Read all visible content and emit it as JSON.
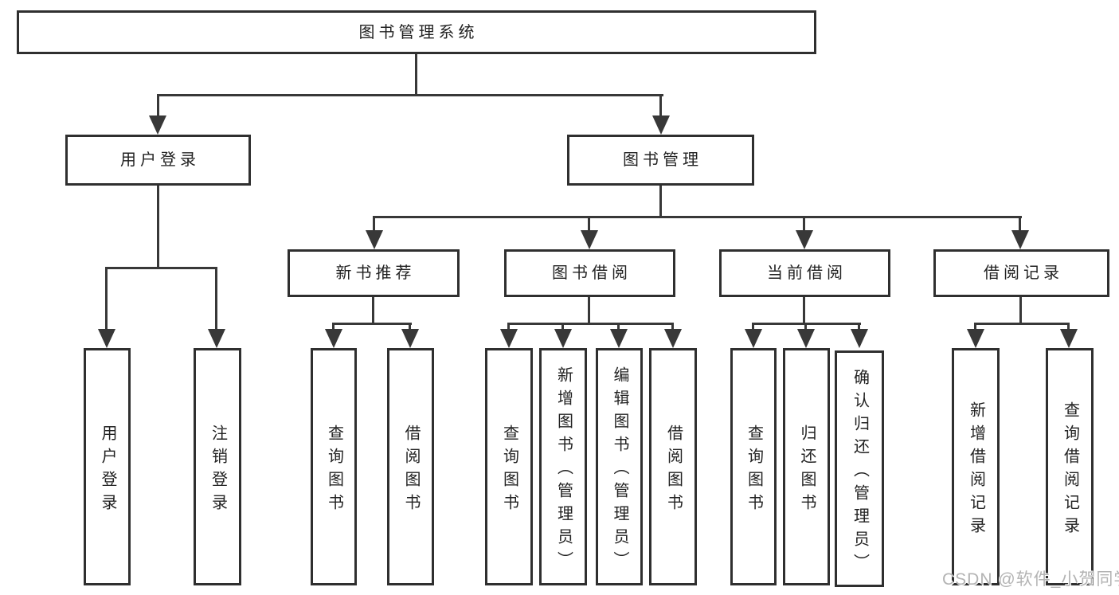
{
  "colors": {
    "ink": "#383838",
    "box_border": "#2f2f2f",
    "text": "#222222",
    "watermark": "#b3b3b3",
    "background": "#ffffff"
  },
  "tree": {
    "label": "图书管理系统",
    "children": [
      {
        "label": "用户登录",
        "children": [
          {
            "label": "用户登录"
          },
          {
            "label": "注销登录"
          }
        ]
      },
      {
        "label": "图书管理",
        "children": [
          {
            "label": "新书推荐",
            "children": [
              {
                "label": "查询图书"
              },
              {
                "label": "借阅图书"
              }
            ]
          },
          {
            "label": "图书借阅",
            "children": [
              {
                "label": "查询图书"
              },
              {
                "label": "新增图书（管理员）"
              },
              {
                "label": "编辑图书（管理员）"
              },
              {
                "label": "借阅图书"
              }
            ]
          },
          {
            "label": "当前借阅",
            "children": [
              {
                "label": "查询图书"
              },
              {
                "label": "归还图书"
              },
              {
                "label": "确认归还（管理员）"
              }
            ]
          },
          {
            "label": "借阅记录",
            "children": [
              {
                "label": "新增借阅记录"
              },
              {
                "label": "查询借阅记录"
              }
            ]
          }
        ]
      }
    ]
  },
  "watermark": {
    "text": "CSDN @软件_小贺同学"
  }
}
